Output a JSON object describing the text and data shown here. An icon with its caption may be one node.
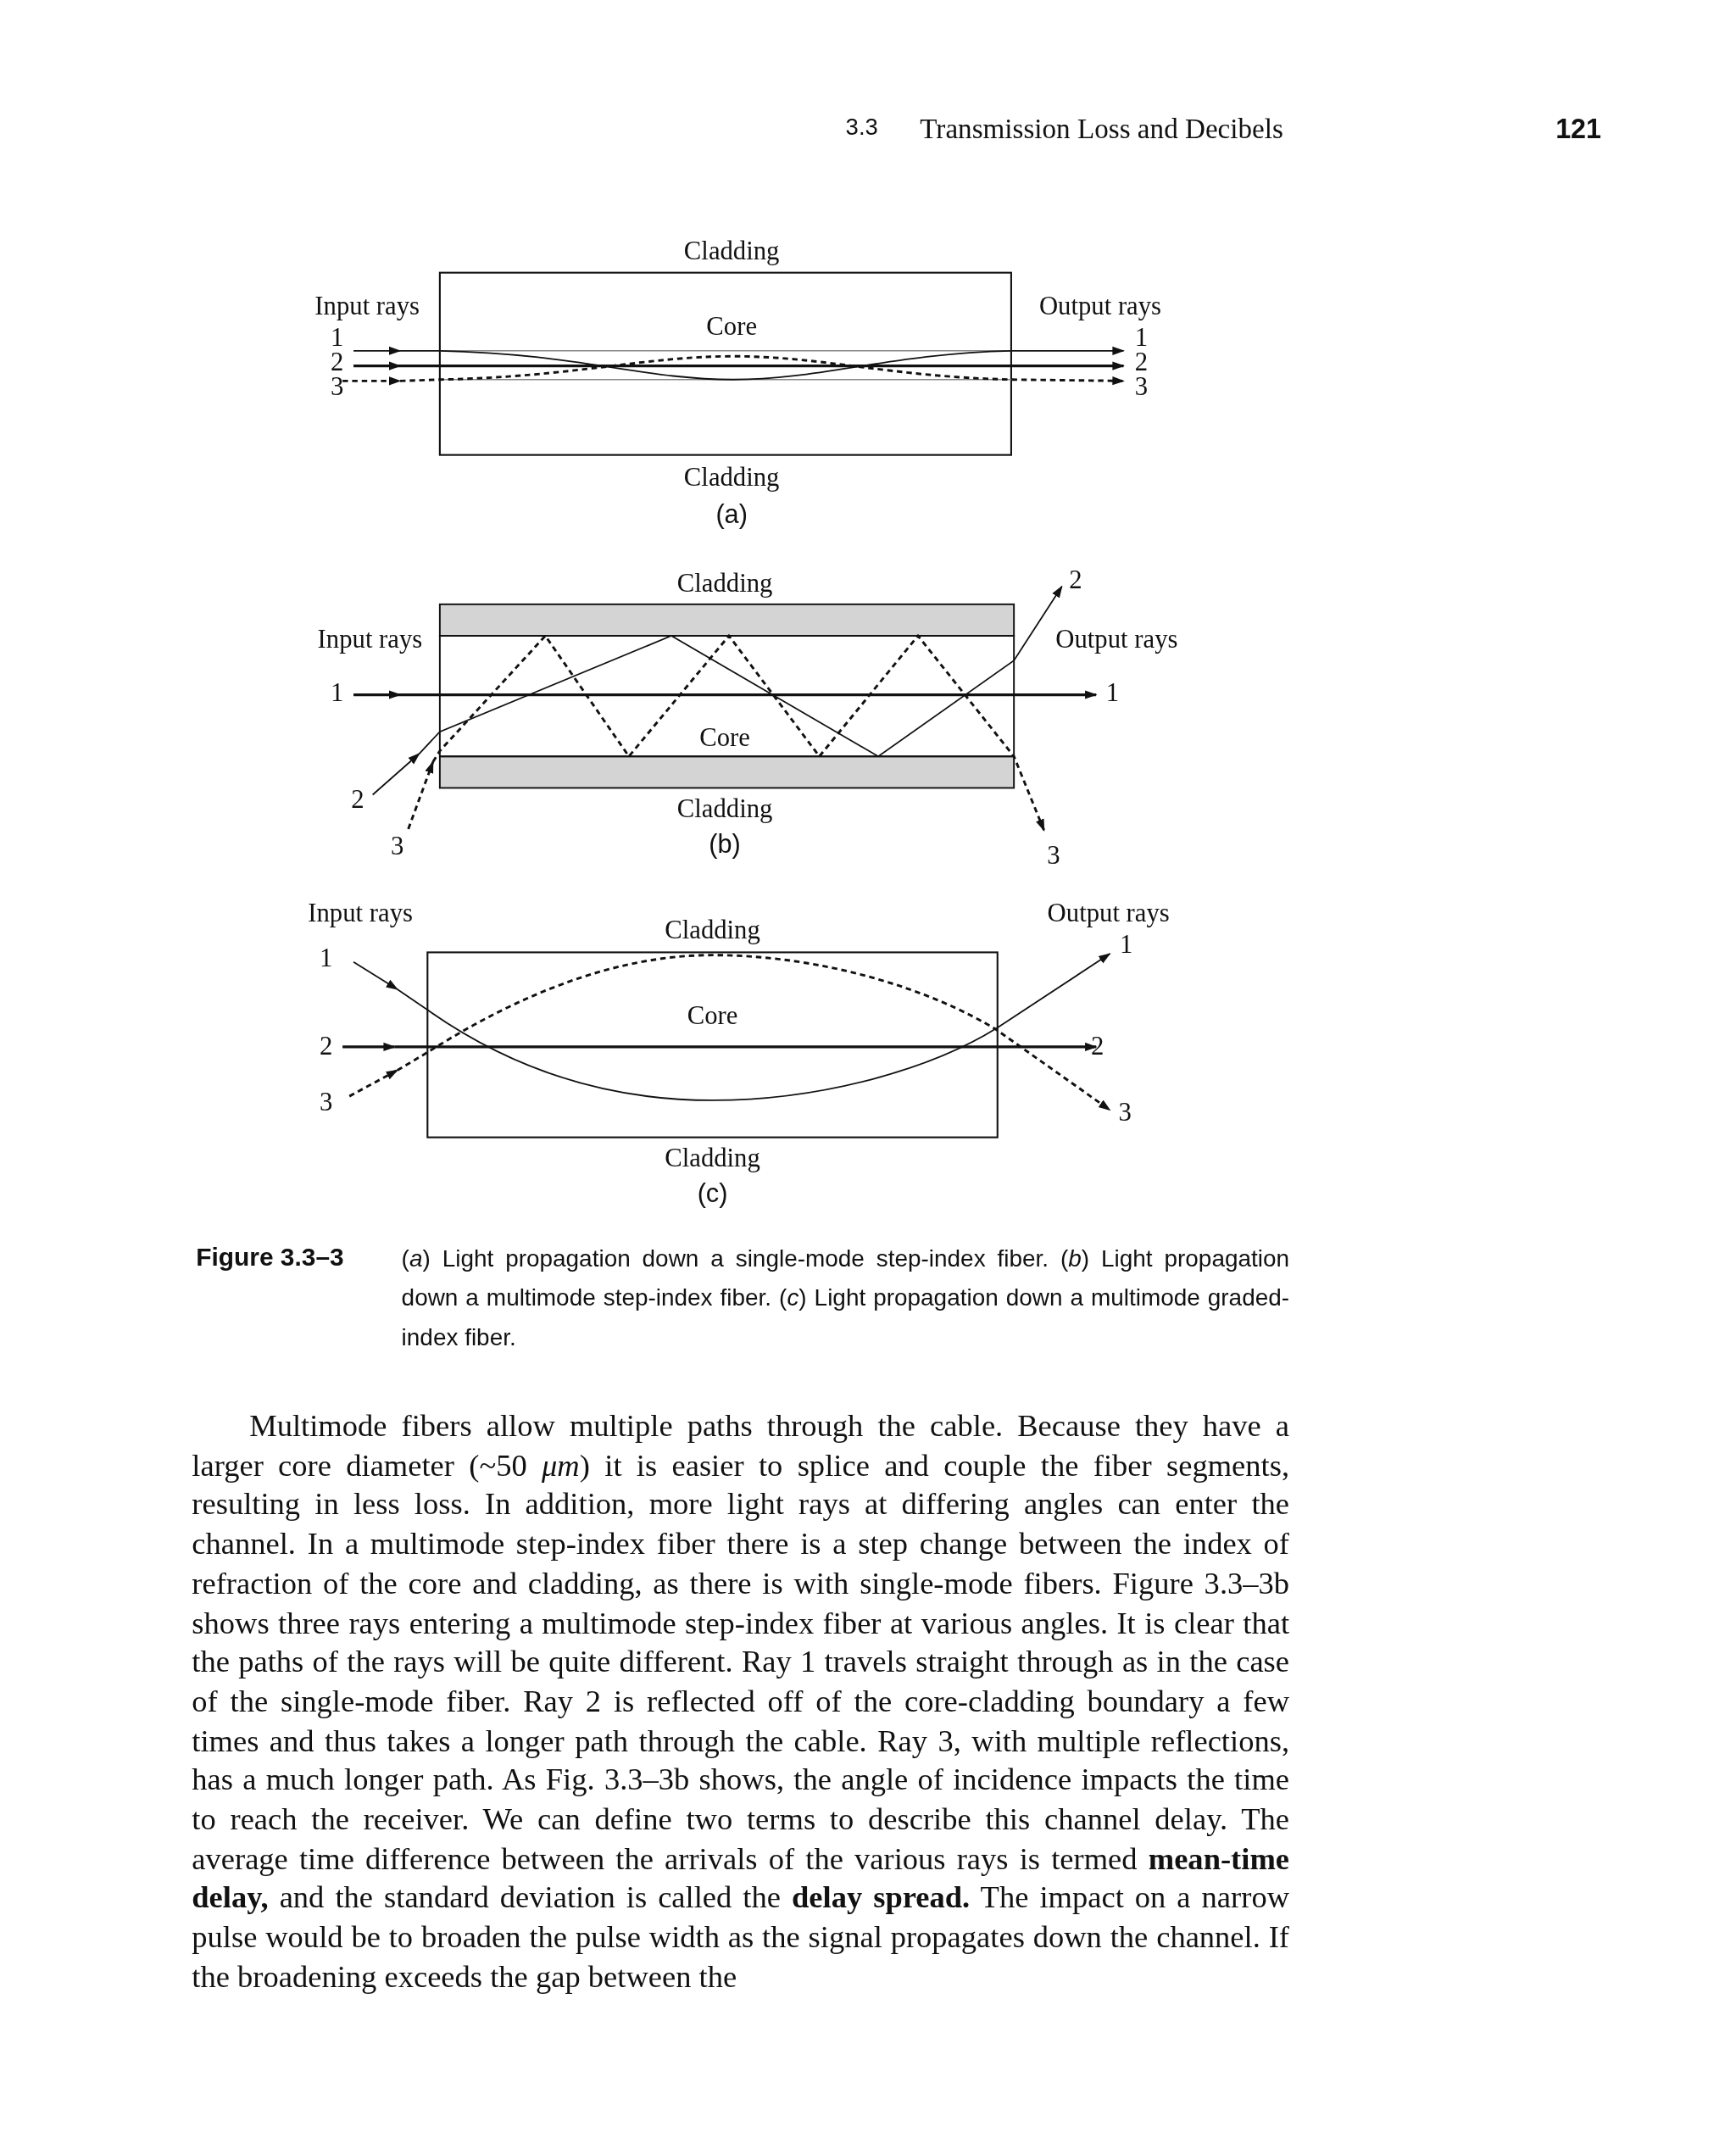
{
  "diagram": {
    "caption": "(*a*) Light propagation down a single-mode step-index fiber. (*b*) Light propagation down a multimode step-index fiber. (*c*) Light propagation down a multimode graded-index fiber.",
    "labels": [
      "3.3",
      "Transmission Loss and Decibels",
      "121",
      "Cladding",
      "Input rays",
      "Core",
      "Output rays",
      "1",
      "2",
      "3",
      "1",
      "2",
      "3",
      "Cladding",
      "(a)",
      "Cladding",
      "2",
      "Input rays",
      "Output rays",
      "1",
      "1",
      "Core",
      "2",
      "Cladding",
      "3",
      "(b)",
      "3",
      "Input rays",
      "Output rays",
      "Cladding",
      "1",
      "1",
      "Core",
      "2",
      "2",
      "3",
      "3",
      "Cladding",
      "(c)",
      "Figure 3.3–3",
      "Multimode fibers allow multiple paths through the cable. Because they have a larger core diameter (~50 *μm*) it is easier to splice and couple the fiber segments, resulting in less loss. In addition, more light rays at differing angles can enter the channel. In a multimode step-index fiber there is a step change between the index of refraction of the core and cladding, as there is with single-mode fibers. Figure 3.3–3b shows three rays entering a multimode step-index fiber at various angles. It is clear that the paths of the rays will be quite different. Ray 1 travels straight through as in the case of the single-mode fiber. Ray 2 is reflected off of the core-cladding boundary a few times and thus takes a longer path through the cable. Ray 3, with multiple reflections, has a much longer path. As Fig. 3.3–3b shows, the angle of incidence impacts the time to reach the receiver. We can define two terms to describe this channel delay. The average time difference between the arrivals of the various rays is termed **mean-time delay,** and the standard deviation is called the **delay spread.** The impact on a narrow pulse would be to broaden the pulse width as the signal propagates down the channel. If the broadening exceeds the gap between the"
    ]
  }
}
